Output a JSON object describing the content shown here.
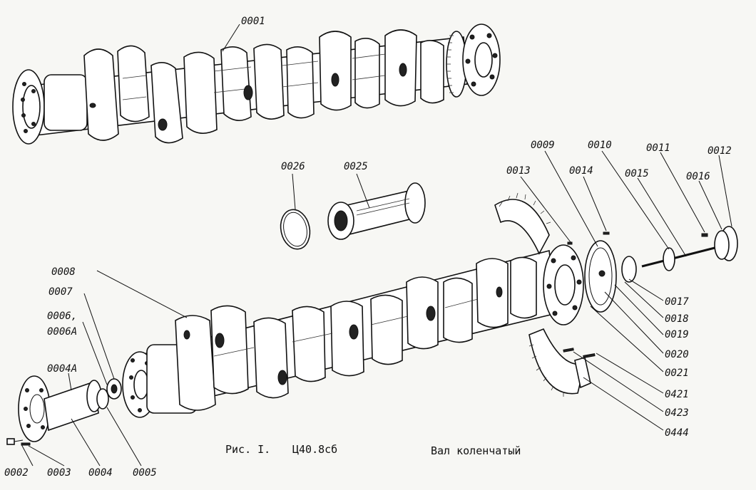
{
  "caption": {
    "figure": "Рис. I.",
    "code": "Ц40.8сб",
    "title": "Вал коленчатый"
  },
  "labels": {
    "p0001": "0001",
    "p0002": "0002",
    "p0003": "0003",
    "p0004": "0004",
    "p0004a": "0004А",
    "p0005": "0005",
    "p0006": "0006,",
    "p0006a": "0006А",
    "p0007": "0007",
    "p0008": "0008",
    "p0009": "0009",
    "p0010": "0010",
    "p0011": "0011",
    "p0012": "0012",
    "p0013": "0013",
    "p0014": "0014",
    "p0015": "0015",
    "p0016": "0016",
    "p0017": "0017",
    "p0018": "0018",
    "p0019": "0019",
    "p0020": "0020",
    "p0021": "0021",
    "p0025": "0025",
    "p0026": "0026",
    "p0421": "0421",
    "p0423": "0423",
    "p0444": "0444"
  }
}
